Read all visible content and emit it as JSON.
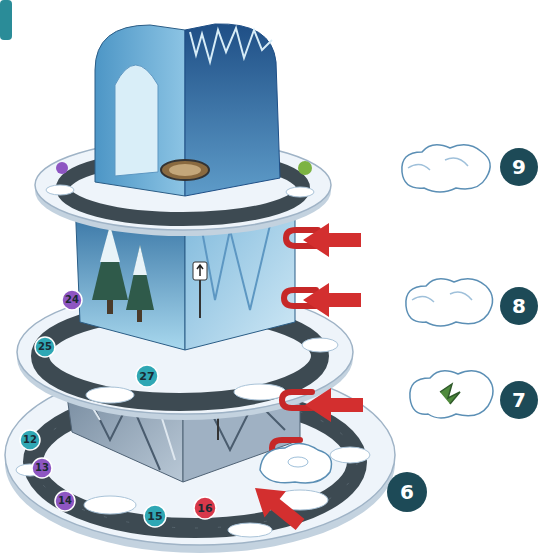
{
  "diagram": {
    "nodes": [
      {
        "text": [
          "9"
        ]
      },
      {
        "text": [
          "24"
        ]
      },
      {
        "text": [
          "8"
        ]
      },
      {
        "text": [
          "25"
        ]
      },
      {
        "text": [
          "27"
        ]
      },
      {
        "text": [
          "7"
        ]
      },
      {
        "text": [
          "12"
        ]
      },
      {
        "text": [
          "13"
        ]
      },
      {
        "text": [
          "6"
        ]
      },
      {
        "text": [
          "14"
        ]
      },
      {
        "text": [
          "16"
        ]
      },
      {
        "text": [
          "15"
        ]
      }
    ]
  }
}
